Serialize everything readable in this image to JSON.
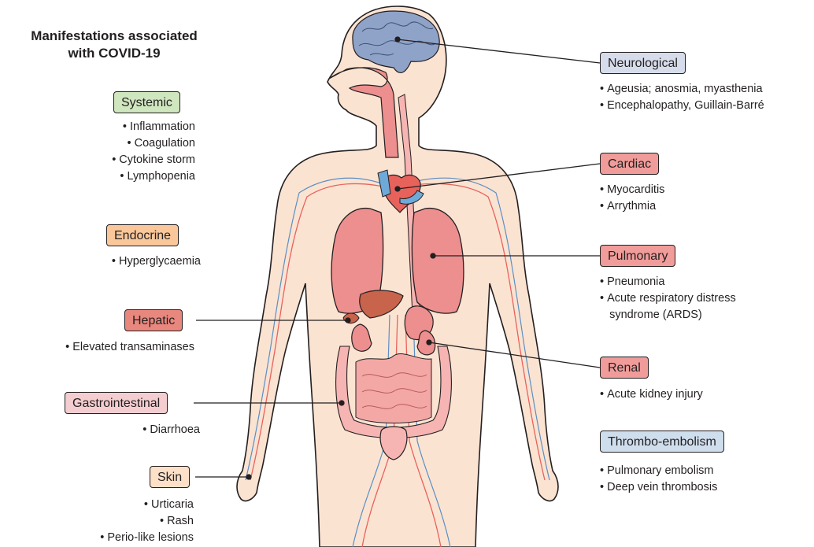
{
  "title": {
    "line1": "Manifestations associated",
    "line2": "with COVID-19"
  },
  "categories": {
    "systemic": {
      "label": "Systemic",
      "color": "#cfe6bf",
      "items": [
        "Inflammation",
        "Coagulation",
        "Cytokine storm",
        "Lymphopenia"
      ]
    },
    "endocrine": {
      "label": "Endocrine",
      "color": "#f9c79a",
      "items": [
        "Hyperglycaemia"
      ]
    },
    "hepatic": {
      "label": "Hepatic",
      "color": "#e8877d",
      "items": [
        "Elevated transaminases"
      ]
    },
    "gastrointestinal": {
      "label": "Gastrointestinal",
      "color": "#f4cdd0",
      "items": [
        "Diarrhoea"
      ]
    },
    "skin": {
      "label": "Skin",
      "color": "#fce0c8",
      "items": [
        "Urticaria",
        "Rash",
        "Perio-like lesions"
      ]
    },
    "neurological": {
      "label": "Neurological",
      "color": "#d6dcea",
      "items": [
        "Ageusia; anosmia, myasthenia",
        "Encephalopathy, Guillain-Barré"
      ]
    },
    "cardiac": {
      "label": "Cardiac",
      "color": "#f09c9a",
      "items": [
        "Myocarditis",
        "Arrythmia"
      ]
    },
    "pulmonary": {
      "label": "Pulmonary",
      "color": "#f09c9a",
      "items": [
        "Pneumonia",
        "Acute respiratory distress",
        "syndrome (ARDS)"
      ]
    },
    "renal": {
      "label": "Renal",
      "color": "#f09c9a",
      "items": [
        "Acute kidney injury"
      ]
    },
    "thromboembolism": {
      "label": "Thrombo-embolism",
      "color": "#cfdeed",
      "items": [
        "Pulmonary embolism",
        "Deep vein thrombosis"
      ]
    }
  },
  "colors": {
    "skin": "#fbe3d2",
    "skin_outline": "#231f20",
    "organ": "#ec8f8e",
    "organ_light": "#f6b4b2",
    "artery": "#e8625c",
    "vein": "#5b8fc4",
    "brain": "#8fa3c8",
    "liver": "#c8634c"
  }
}
